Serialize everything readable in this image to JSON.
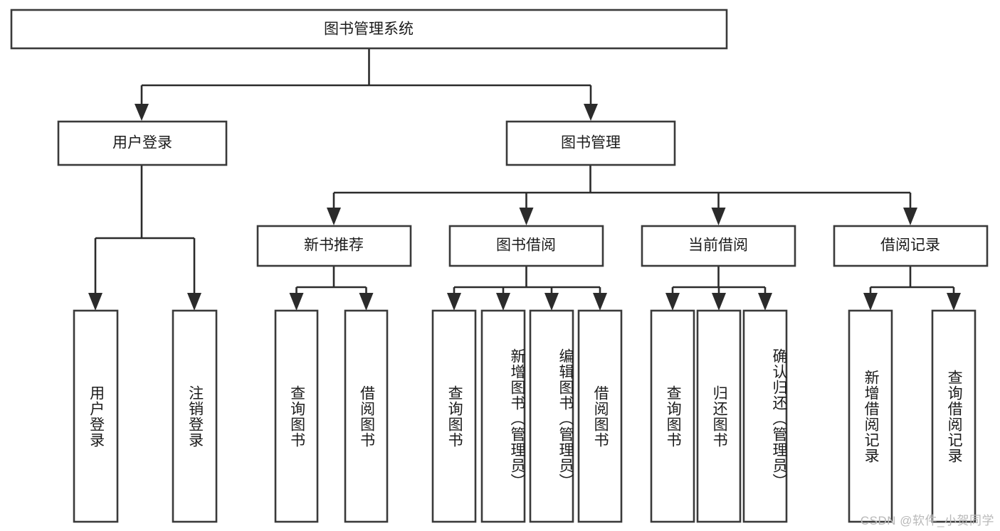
{
  "diagram": {
    "type": "tree",
    "title": "图书管理系统",
    "watermark": "CSDN @软件_小贺同学",
    "colors": {
      "box_stroke": "#3a3a3a",
      "connector": "#2b2b2b",
      "background": "#ffffff",
      "text": "#1b1b1b",
      "watermark": "#b9b9b9"
    },
    "root": {
      "label": "图书管理系统",
      "level": 0
    },
    "level1": [
      {
        "label": "用户登录"
      },
      {
        "label": "图书管理"
      }
    ],
    "level2": [
      {
        "label": "新书推荐",
        "parent": "图书管理"
      },
      {
        "label": "图书借阅",
        "parent": "图书管理"
      },
      {
        "label": "当前借阅",
        "parent": "图书管理"
      },
      {
        "label": "借阅记录",
        "parent": "图书管理"
      }
    ],
    "leaves": {
      "用户登录": [
        {
          "label": "用户登录"
        },
        {
          "label": "注销登录"
        }
      ],
      "新书推荐": [
        {
          "label": "查询图书"
        },
        {
          "label": "借阅图书"
        }
      ],
      "图书借阅": [
        {
          "label": "查询图书"
        },
        {
          "label": "新增图书（管理员）"
        },
        {
          "label": "编辑图书（管理员）"
        },
        {
          "label": "借阅图书"
        }
      ],
      "当前借阅": [
        {
          "label": "查询图书"
        },
        {
          "label": "归还图书"
        },
        {
          "label": "确认归还（管理员）"
        }
      ],
      "借阅记录": [
        {
          "label": "新增借阅记录"
        },
        {
          "label": "查询借阅记录"
        }
      ]
    }
  }
}
